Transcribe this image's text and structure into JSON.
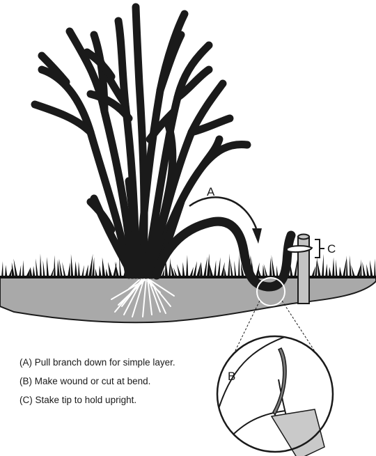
{
  "labels": {
    "a": "A",
    "b": "B",
    "c": "C"
  },
  "captions": [
    "(A) Pull branch down for simple layer.",
    "(B) Make wound or cut at bend.",
    "(C) Stake tip to hold upright."
  ],
  "colors": {
    "ink": "#1a1a1a",
    "soil": "#a9a9a9",
    "stake": "#c4c4c4",
    "roots": "#ffffff"
  },
  "icons": {
    "plant": "shrub-illustration",
    "stake": "wooden-stake",
    "magnifier": "detail-zoom-circle"
  }
}
